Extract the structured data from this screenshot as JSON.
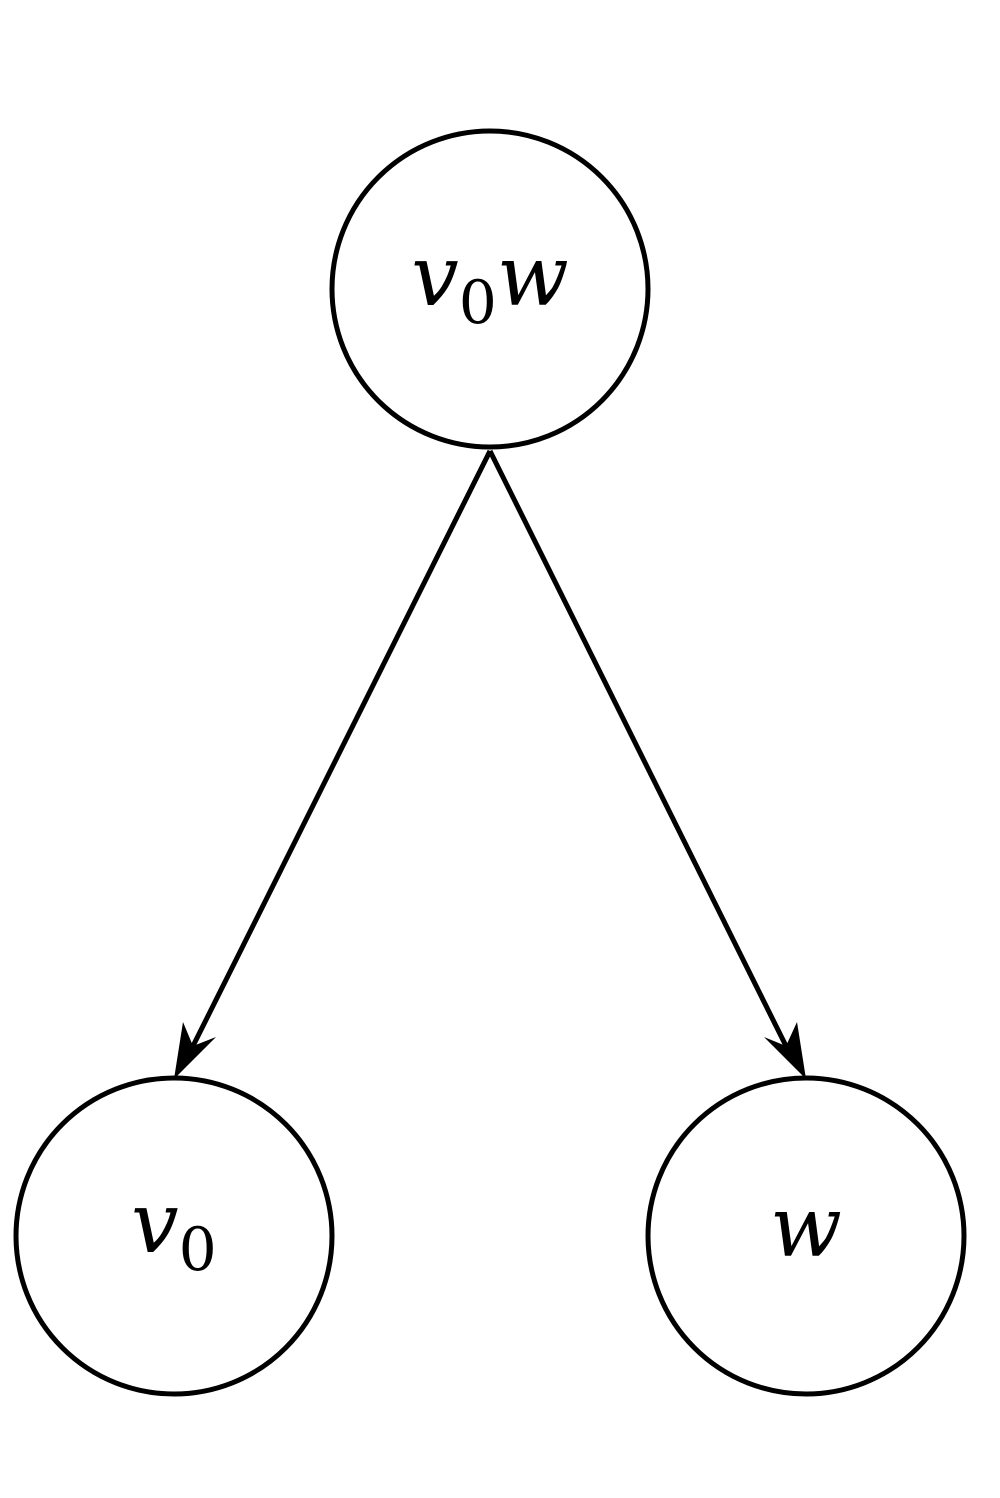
{
  "diagram": {
    "nodes": [
      {
        "id": "root",
        "parts": [
          {
            "text": "v",
            "kind": "var"
          },
          {
            "text": "0",
            "kind": "sub"
          },
          {
            "text": "w",
            "kind": "var"
          }
        ]
      },
      {
        "id": "left",
        "parts": [
          {
            "text": "v",
            "kind": "var"
          },
          {
            "text": "0",
            "kind": "sub"
          }
        ]
      },
      {
        "id": "right",
        "parts": [
          {
            "text": "w",
            "kind": "var"
          }
        ]
      }
    ],
    "edges": [
      {
        "from": "root",
        "to": "left",
        "directed": true
      },
      {
        "from": "root",
        "to": "right",
        "directed": true
      }
    ],
    "colors": {
      "stroke": "#000000",
      "background": "#ffffff"
    }
  }
}
